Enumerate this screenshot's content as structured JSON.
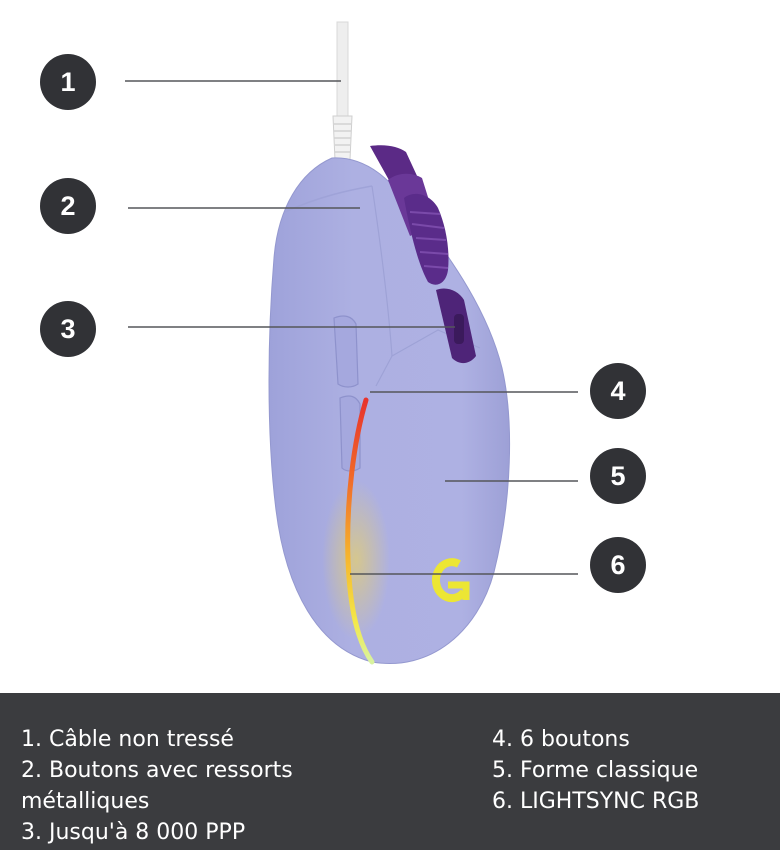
{
  "callouts": {
    "n1": "1",
    "n2": "2",
    "n3": "3",
    "n4": "4",
    "n5": "5",
    "n6": "6"
  },
  "features_left": [
    "1. Câble non tressé",
    "2. Boutons avec ressorts métalliques",
    "3. Jusqu'à 8 000 PPP"
  ],
  "features_right": [
    "4. 6 boutons",
    "5. Forme classique",
    "6. LIGHTSYNC RGB"
  ],
  "colors": {
    "mouse_body": "#abaee0",
    "accent_purple": "#5b2a86",
    "logo_yellow": "#ece634",
    "badge": "#313236",
    "caption_bg": "#3b3c3f"
  }
}
